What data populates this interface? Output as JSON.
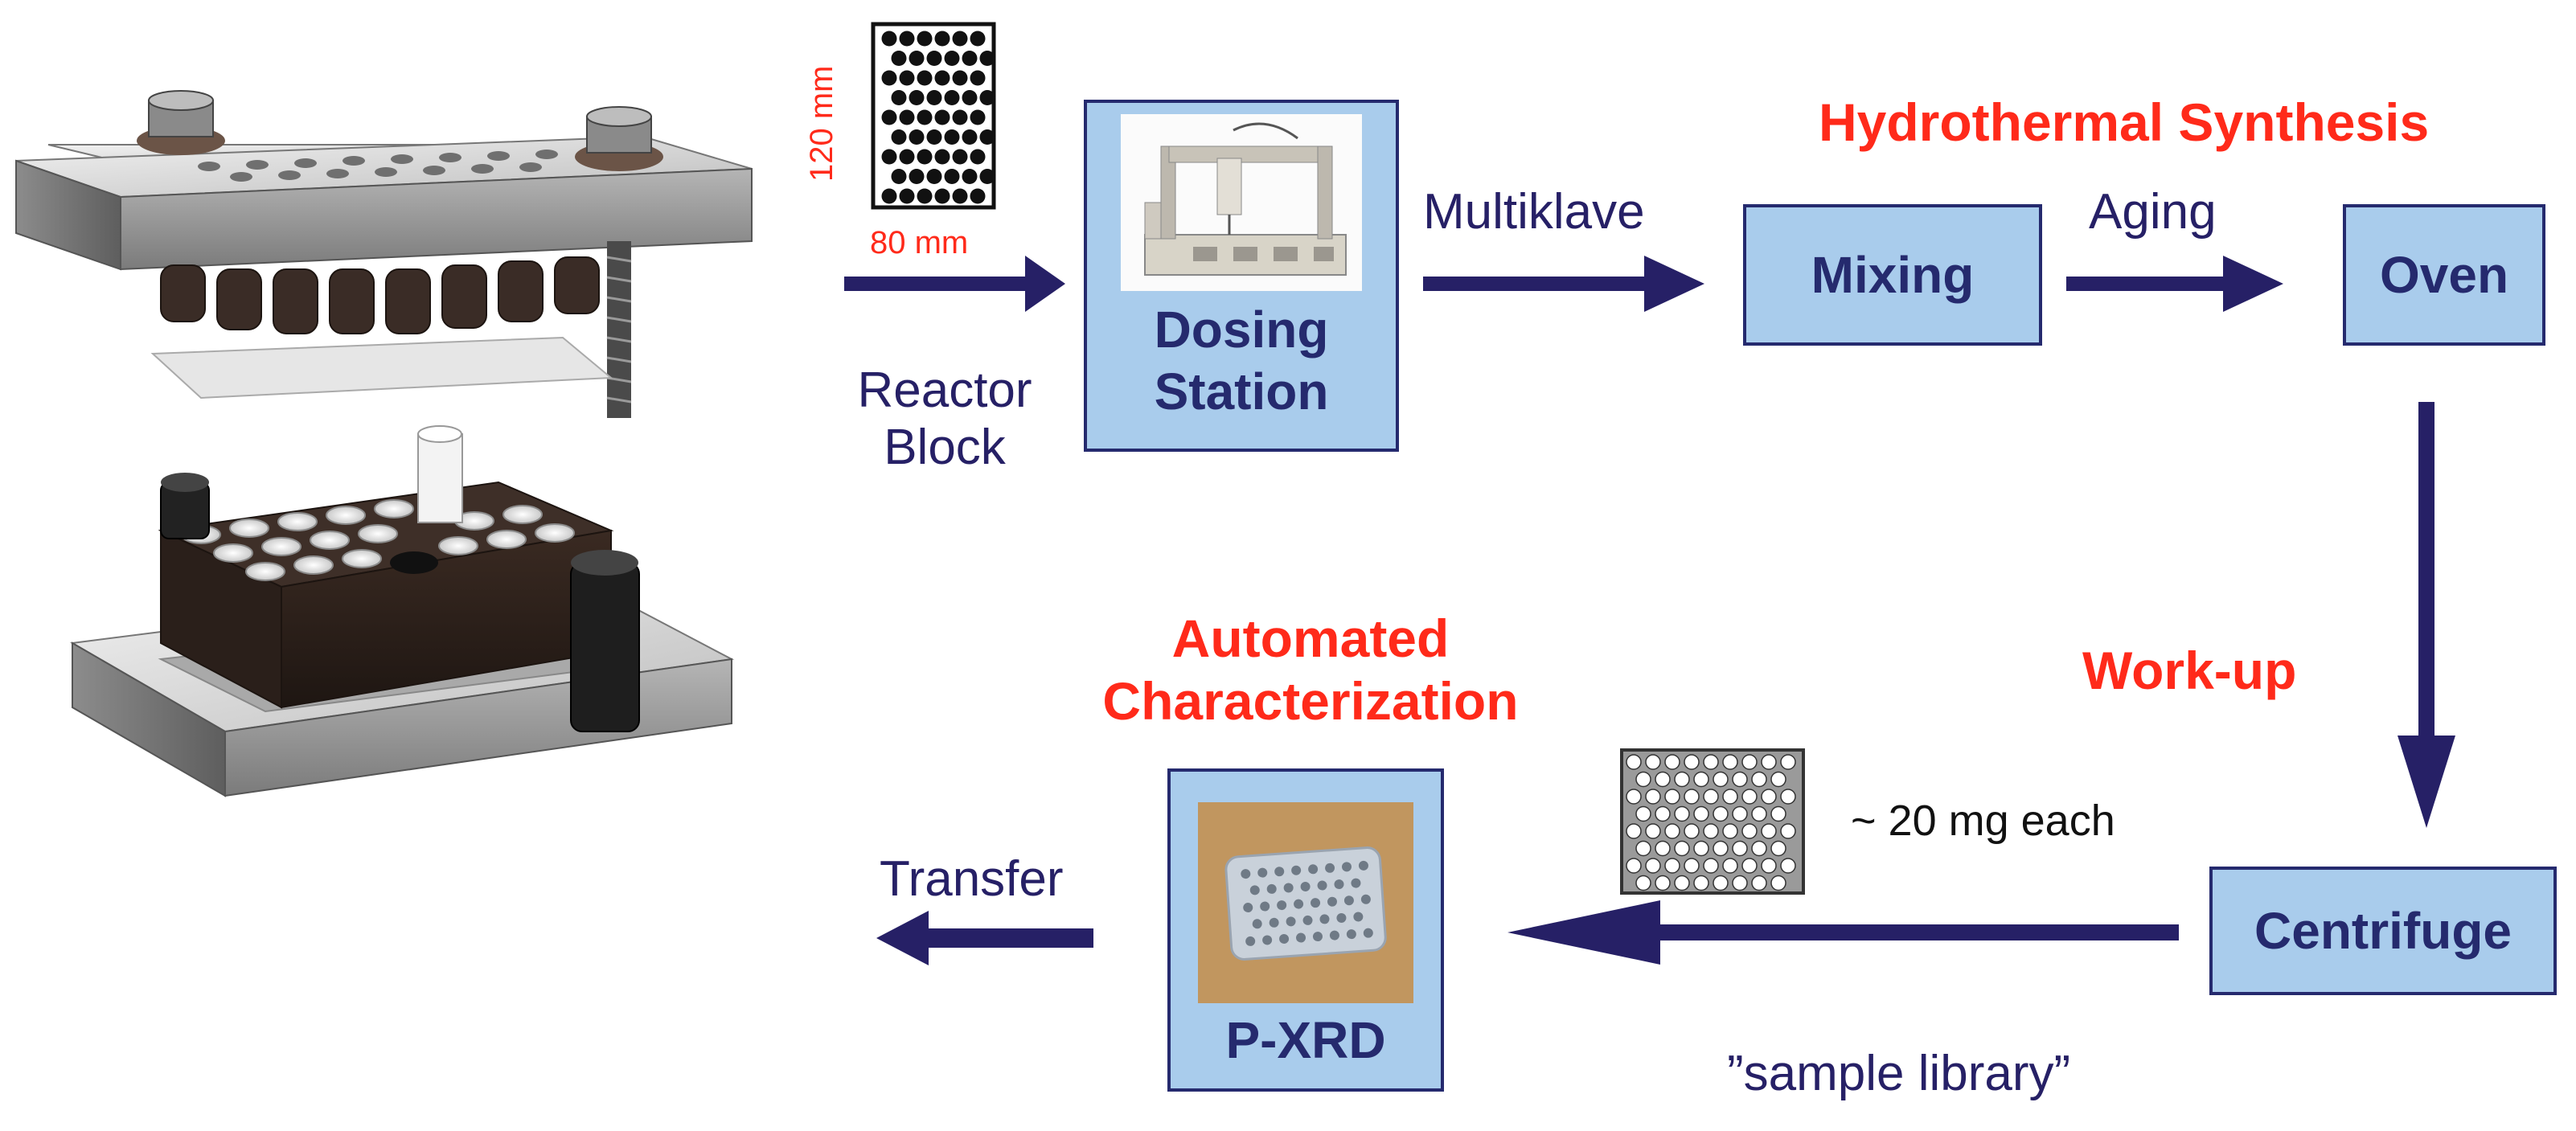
{
  "reactor_block": {
    "dim_height": "120 mm",
    "dim_width": "80 mm",
    "label_line1": "Reactor",
    "label_line2": "Block"
  },
  "dosing_station": {
    "line1": "Dosing",
    "line2": "Station"
  },
  "arrow_multiklave": "Multiklave",
  "mixing": "Mixing",
  "arrow_aging": "Aging",
  "oven": "Oven",
  "hydrothermal_synthesis": "Hydrothermal Synthesis",
  "work_up": "Work-up",
  "centrifuge": "Centrifuge",
  "sample_amount": "~ 20 mg each",
  "sample_library": "”sample library”",
  "automated_characterization": {
    "line1": "Automated",
    "line2": "Characterization"
  },
  "pxrd": "P-XRD",
  "arrow_transfer": "Transfer",
  "colors": {
    "navy": "#262066",
    "red": "#ff2a1a",
    "box_fill": "#a9ccec",
    "box_border": "#252a6e"
  }
}
